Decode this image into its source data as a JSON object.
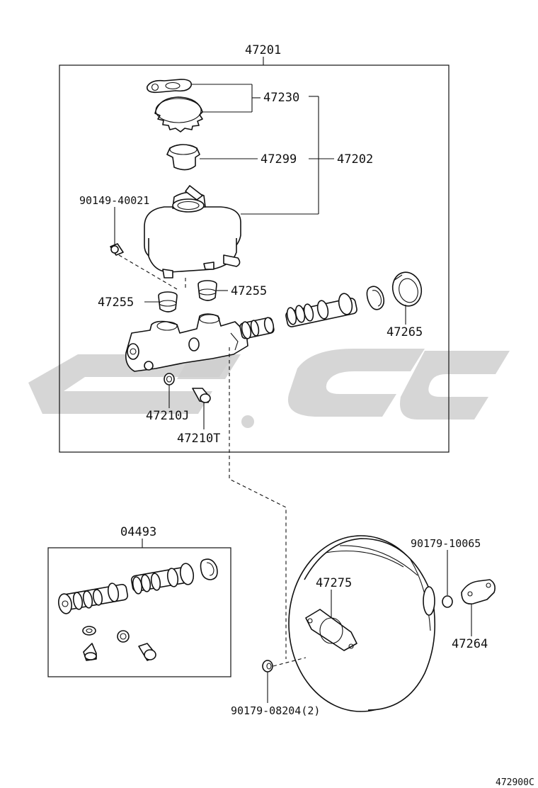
{
  "labels": {
    "assembly": "47201",
    "cap_set": "47230",
    "strainer": "47299",
    "reservoir_set": "47202",
    "bolt": "90149-40021",
    "grommet_left": "47255",
    "grommet_right": "47255",
    "seal_ring": "47265",
    "gasket_j": "47210J",
    "plug_t": "47210T",
    "kit": "04493",
    "booster_gasket": "47275",
    "nut_upper": "90179-10065",
    "bracket": "47264",
    "nut_lower": "90179-08204(2)",
    "diagram_code": "472900C"
  },
  "watermark": {
    "color": "#cfcfcf"
  }
}
